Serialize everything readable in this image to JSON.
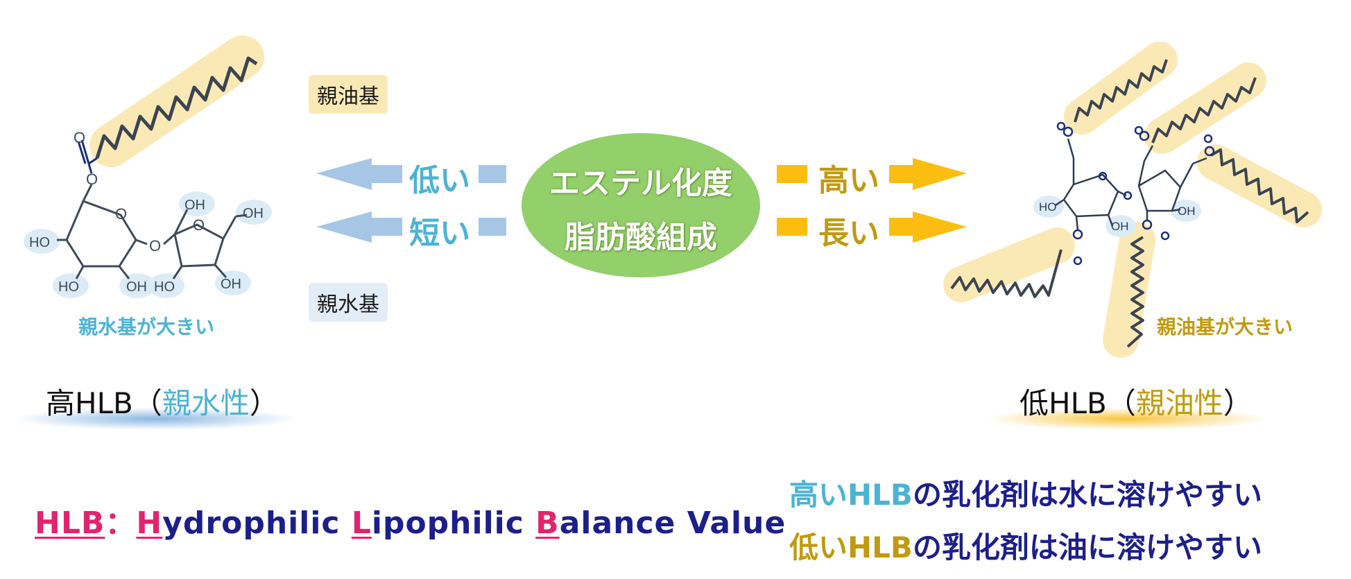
{
  "center": {
    "line1": "エステル化度",
    "line2": "脂肪酸組成"
  },
  "left_arrows": {
    "top_word": "低い",
    "bottom_word": "短い"
  },
  "right_arrows": {
    "top_word": "高い",
    "bottom_word": "長い"
  },
  "tags": {
    "lipophilic_group": "親油基",
    "hydrophilic_group": "親水基"
  },
  "left_molecule": {
    "caption": "親水基が大きい",
    "hydroxyl_labels": [
      "HO",
      "HO",
      "OH",
      "OH",
      "OH",
      "OH",
      "HO"
    ],
    "oxygen_labels": [
      "O",
      "O",
      "O",
      "O",
      "O"
    ],
    "title_prefix": "高HLB",
    "title_paren_open": "（",
    "title_highlight": "親水性",
    "title_paren_close": "）"
  },
  "right_molecule": {
    "caption": "親油基が大きい",
    "hydroxyl_labels": [
      "HO",
      "OH",
      "OH"
    ],
    "title_prefix": "低HLB",
    "title_paren_open": "（",
    "title_highlight": "親油性",
    "title_paren_close": "）"
  },
  "definition": {
    "abbr": "HLB",
    "sep": "：",
    "h": "H",
    "ydrophilic": "ydrophilic ",
    "l": "L",
    "ipophilic": "ipophilic ",
    "b": "B",
    "alance": "alance Value"
  },
  "notes": {
    "high_prefix": "高いHLB",
    "high_rest": "の乳化剤は水に溶けやすい",
    "low_prefix": "低いHLB",
    "low_rest": "の乳化剤は油に溶けやすい"
  },
  "colors": {
    "blue_arrow": "#a7c6e6",
    "gold_arrow": "#fbbe10",
    "oval": "#93cf6a",
    "oil_highlight": "#fbe9b5",
    "water_highlight": "#dcecf7",
    "structure": "#2e3d4f",
    "oxygen_blue": "#1c2f7a",
    "light_blue_text": "#4bb3d4",
    "gold_text": "#c09a10",
    "navy_text": "#1c1f8a",
    "pink_text": "#e0246e"
  }
}
